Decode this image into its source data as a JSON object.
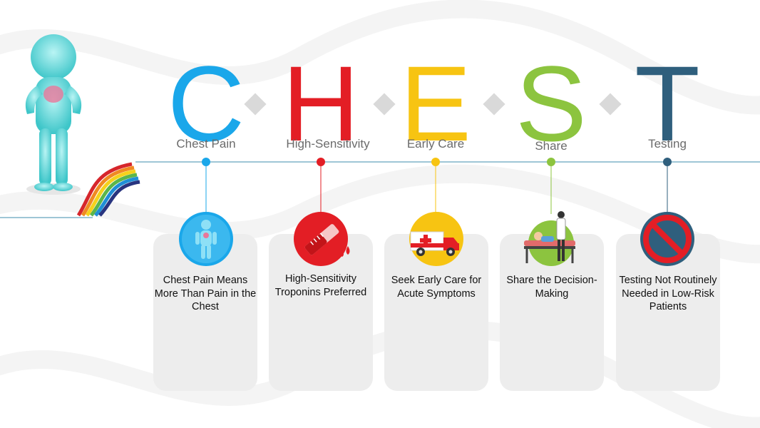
{
  "letters": [
    {
      "char": "C",
      "color": "#1aa7ea"
    },
    {
      "char": "H",
      "color": "#e31e25"
    },
    {
      "char": "E",
      "color": "#f7c412"
    },
    {
      "char": "S",
      "color": "#8cc43f"
    },
    {
      "char": "T",
      "color": "#2f5f7d"
    }
  ],
  "titles": [
    "Chest Pain",
    "High-Sensitivity",
    "Early Care",
    "Share",
    "Testing"
  ],
  "cards": [
    {
      "text": "Chest Pain Means More Than Pain in the Chest",
      "icon": "body-chest-icon"
    },
    {
      "text": "High-Sensitivity Troponins Preferred",
      "icon": "blood-test-tube-icon"
    },
    {
      "text": "Seek Early Care for Acute Symptoms",
      "icon": "ambulance-icon"
    },
    {
      "text": "Share the Decision-Making",
      "icon": "hospital-bed-doctor-icon"
    },
    {
      "text": "Testing Not Routinely Needed in Low-Risk Patients",
      "icon": "prohibited-icon"
    }
  ],
  "colors": {
    "timeline": "#7fb3c9",
    "card": "#ededed",
    "title_text": "#6b6b6b"
  }
}
